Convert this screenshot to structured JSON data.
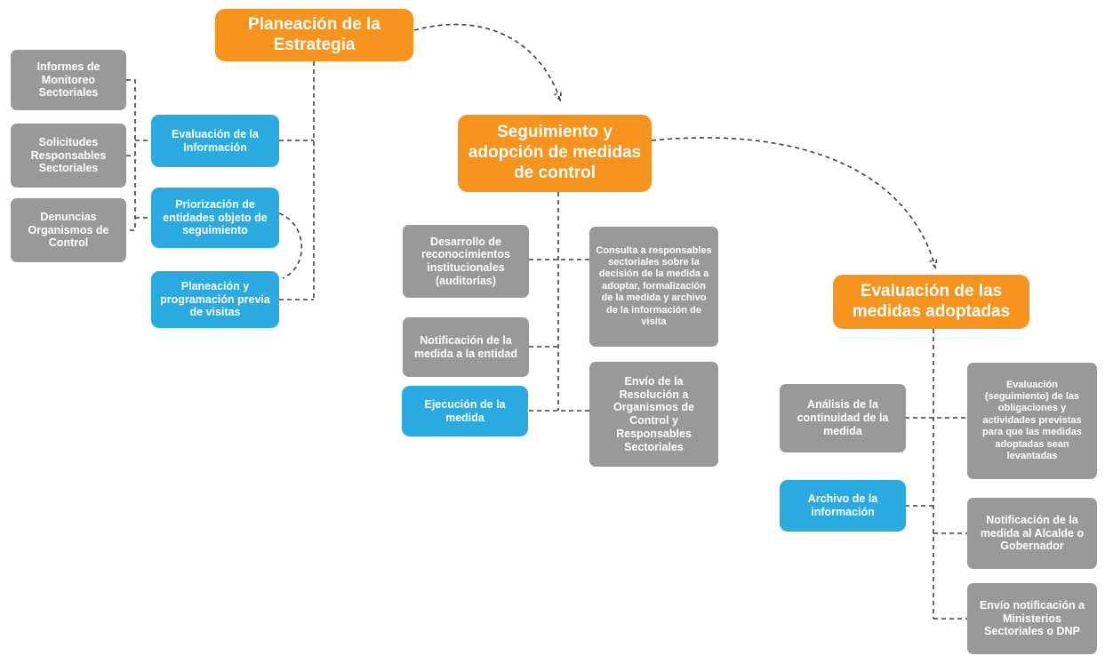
{
  "diagram": {
    "colors": {
      "phase_orange": "#F7941E",
      "step_blue": "#29ABE2",
      "step_gray": "#97999B",
      "connector": "#3F3F3F",
      "text": "#FFFFFF"
    },
    "phases": [
      {
        "label": "Planeación de la Estrategia"
      },
      {
        "label": "Seguimiento y adopción de medidas de control"
      },
      {
        "label": "Evaluación de las medidas adoptadas"
      }
    ],
    "inputs": [
      {
        "label": "Informes de Monitoreo Sectoriales"
      },
      {
        "label": "Solicitudes Responsables Sectoriales"
      },
      {
        "label": "Denuncias Organismos de Control"
      }
    ],
    "phase1_steps": [
      {
        "label": "Evaluación de la Información"
      },
      {
        "label": "Priorización de entidades objeto de seguimiento"
      },
      {
        "label": "Planeación y programación previa de visitas"
      }
    ],
    "phase2_steps": [
      {
        "label": "Desarrollo de reconocimientos institucionales (auditorías)"
      },
      {
        "label": "Notificación de la medida a la entidad"
      },
      {
        "label": "Ejecución de la medida"
      },
      {
        "label": "Consulta a responsables sectoriales sobre la decisión de la medida a adoptar, formalización de la medida y archivo de la información de visita"
      },
      {
        "label": "Envío de la Resolución a Organismos de Control y Responsables Sectoriales"
      }
    ],
    "phase3_steps": [
      {
        "label": "Análisis de la continuidad de la medida"
      },
      {
        "label": "Archivo de la información"
      },
      {
        "label": "Evaluación (seguimiento) de las obligaciones y actividades previstas para que las medidas adoptadas sean levantadas"
      },
      {
        "label": "Notificación de la medida al Alcalde o Gobernador"
      },
      {
        "label": "Envío notificación a Ministerios Sectoriales o DNP"
      }
    ]
  }
}
